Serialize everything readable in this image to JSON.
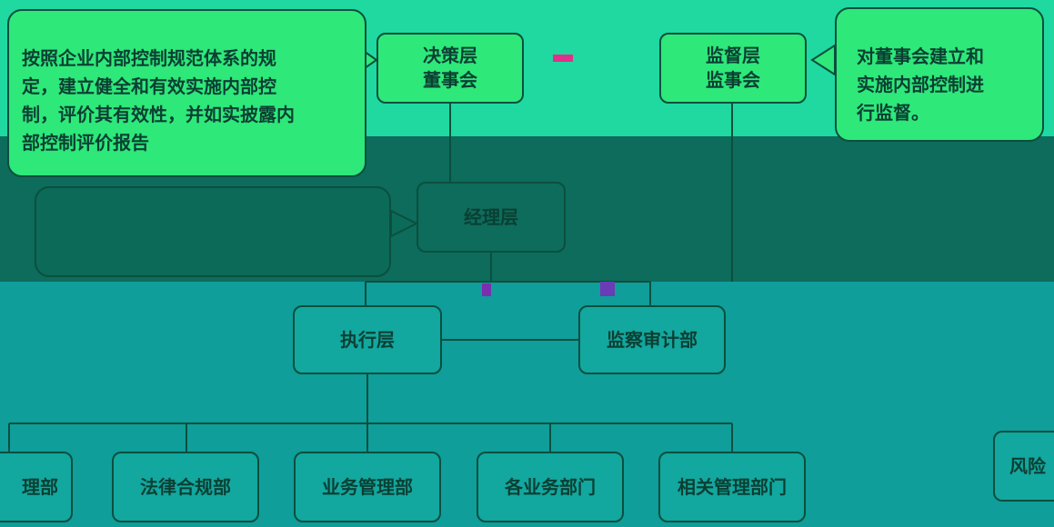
{
  "colors": {
    "background": "#0f9e9a",
    "line": "#0b4f3f",
    "box_fill": "#12a79f",
    "callout_green": "#2ee87a",
    "callout_dark": "#0c6a58"
  },
  "top_left_callout": {
    "text": "按照企业内部控制规范体系的规\n定，建立健全和有效实施内部控\n制，评价其有效性，并如实披露内\n部控制评价报告"
  },
  "top_right_callout": {
    "text": "对董事会建立和\n实施内部控制进\n行监督。"
  },
  "nodes": {
    "board": "决策层\n董事会",
    "supervisors": "监督层\n监事会",
    "management": "经理层",
    "executive": "执行层",
    "audit": "监察审计部",
    "dept_admin": "理部",
    "dept_legal": "法律合规部",
    "dept_business_mgmt": "业务管理部",
    "dept_business_units": "各业务部门",
    "dept_related_mgmt": "相关管理部门",
    "risk": "风险"
  }
}
